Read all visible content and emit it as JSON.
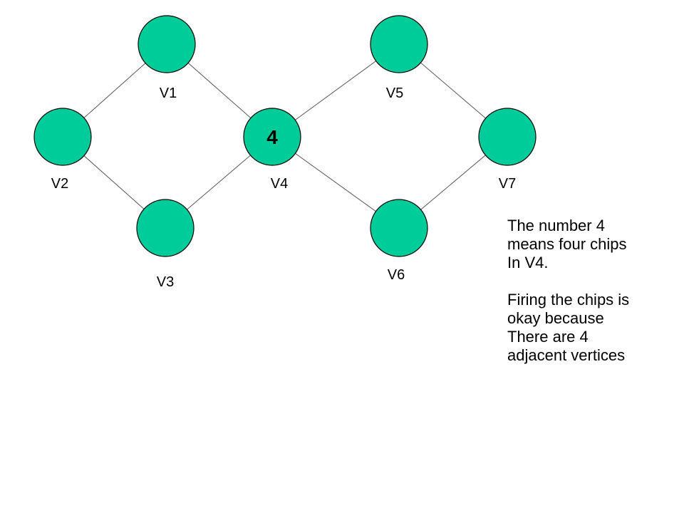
{
  "colors": {
    "node_fill": "#00cc99",
    "edge": "#555555"
  },
  "vertices": [
    {
      "id": "V1",
      "label": "V1",
      "chips": ""
    },
    {
      "id": "V2",
      "label": "V2",
      "chips": ""
    },
    {
      "id": "V3",
      "label": "V3",
      "chips": ""
    },
    {
      "id": "V4",
      "label": "V4",
      "chips": "4"
    },
    {
      "id": "V5",
      "label": "V5",
      "chips": ""
    },
    {
      "id": "V6",
      "label": "V6",
      "chips": ""
    },
    {
      "id": "V7",
      "label": "V7",
      "chips": ""
    }
  ],
  "edges": [
    [
      "V1",
      "V2"
    ],
    [
      "V1",
      "V4"
    ],
    [
      "V2",
      "V3"
    ],
    [
      "V3",
      "V4"
    ],
    [
      "V4",
      "V5"
    ],
    [
      "V4",
      "V6"
    ],
    [
      "V5",
      "V7"
    ],
    [
      "V6",
      "V7"
    ]
  ],
  "note": {
    "paragraph1": [
      "The number 4",
      "means four chips",
      "In V4."
    ],
    "paragraph2": [
      "Firing the chips is",
      "okay because",
      "There are 4",
      "adjacent vertices"
    ]
  }
}
